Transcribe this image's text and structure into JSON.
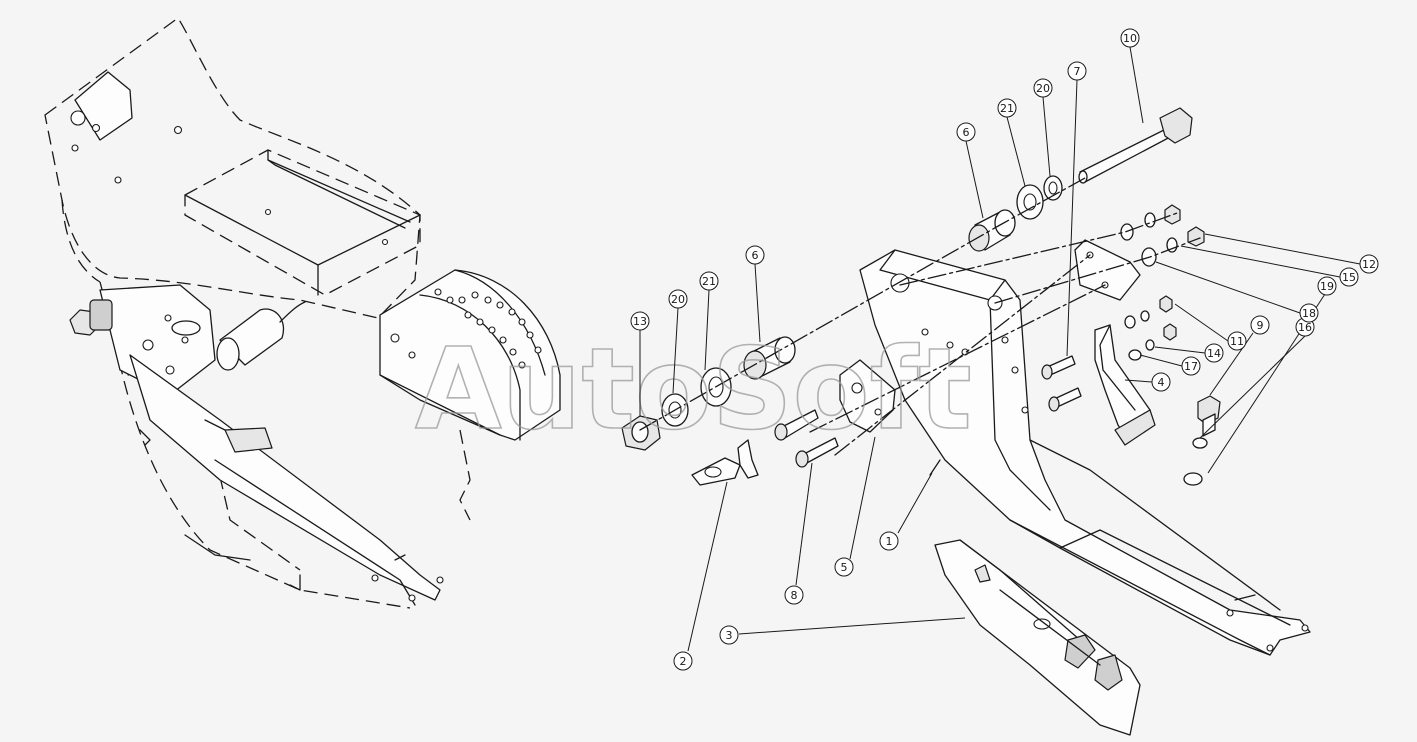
{
  "watermark": "AutoSoft",
  "callouts": [
    {
      "id": "c10",
      "label": "10"
    },
    {
      "id": "c7",
      "label": "7"
    },
    {
      "id": "c20a",
      "label": "20"
    },
    {
      "id": "c21a",
      "label": "21"
    },
    {
      "id": "c6a",
      "label": "6"
    },
    {
      "id": "c6b",
      "label": "6"
    },
    {
      "id": "c21b",
      "label": "21"
    },
    {
      "id": "c20b",
      "label": "20"
    },
    {
      "id": "c13",
      "label": "13"
    },
    {
      "id": "c12",
      "label": "12"
    },
    {
      "id": "c15",
      "label": "15"
    },
    {
      "id": "c16",
      "label": "16"
    },
    {
      "id": "c19",
      "label": "19"
    },
    {
      "id": "c18",
      "label": "18"
    },
    {
      "id": "c9",
      "label": "9"
    },
    {
      "id": "c11",
      "label": "11"
    },
    {
      "id": "c14",
      "label": "14"
    },
    {
      "id": "c17",
      "label": "17"
    },
    {
      "id": "c4",
      "label": "4"
    },
    {
      "id": "c1",
      "label": "1"
    },
    {
      "id": "c5",
      "label": "5"
    },
    {
      "id": "c8",
      "label": "8"
    },
    {
      "id": "c3",
      "label": "3"
    },
    {
      "id": "c2",
      "label": "2"
    }
  ]
}
